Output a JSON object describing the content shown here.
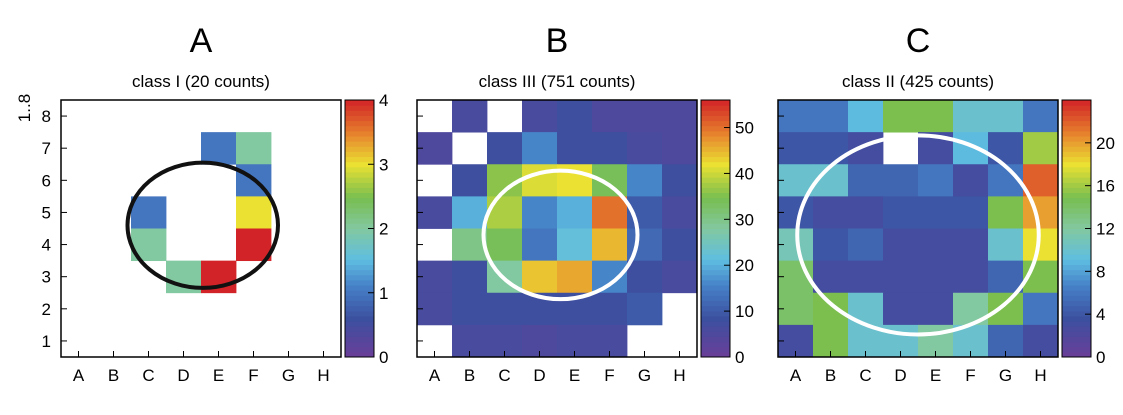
{
  "y_axis_label": "1..8",
  "chart_data": [
    {
      "type": "heatmap",
      "panel_label": "A",
      "title": "class I (20 counts)",
      "x_categories": [
        "A",
        "B",
        "C",
        "D",
        "E",
        "F",
        "G",
        "H"
      ],
      "y_categories": [
        "1",
        "2",
        "3",
        "4",
        "5",
        "6",
        "7",
        "8"
      ],
      "colorbar": {
        "min": 0,
        "max": 4,
        "ticks": [
          "0",
          "1",
          "2",
          "3",
          "4"
        ]
      },
      "empty_color": "#ffffff",
      "cells": [
        [
          0,
          0,
          0,
          0,
          0,
          0,
          0,
          0
        ],
        [
          0,
          0,
          0,
          0,
          1,
          2,
          0,
          0
        ],
        [
          0,
          0,
          0,
          0,
          0,
          1,
          0,
          0
        ],
        [
          0,
          0,
          1,
          0,
          0,
          3,
          0,
          0
        ],
        [
          0,
          0,
          2,
          0,
          0,
          4,
          0,
          0
        ],
        [
          0,
          0,
          0,
          2,
          4,
          0,
          0,
          0
        ],
        [
          0,
          0,
          0,
          0,
          0,
          0,
          0,
          0
        ],
        [
          0,
          0,
          0,
          0,
          0,
          0,
          0,
          0
        ]
      ],
      "ellipse": {
        "cx": 4.05,
        "cy": 3.9,
        "rx": 2.15,
        "ry": 1.95,
        "color": "#111111"
      }
    },
    {
      "type": "heatmap",
      "panel_label": "B",
      "title": "class III (751 counts)",
      "x_categories": [
        "A",
        "B",
        "C",
        "D",
        "E",
        "F",
        "G",
        "H"
      ],
      "y_categories": [
        "1",
        "2",
        "3",
        "4",
        "5",
        "6",
        "7",
        "8"
      ],
      "colorbar": {
        "min": 0,
        "max": 56,
        "ticks": [
          "0",
          "10",
          "20",
          "30",
          "40",
          "50"
        ]
      },
      "empty_color": "#ffffff",
      "cells": [
        [
          0,
          6,
          0,
          6,
          8,
          5,
          5,
          5
        ],
        [
          5,
          0,
          8,
          16,
          8,
          8,
          6,
          5
        ],
        [
          0,
          8,
          36,
          41,
          42,
          34,
          16,
          8
        ],
        [
          6,
          20,
          38,
          16,
          20,
          50,
          10,
          6
        ],
        [
          0,
          30,
          34,
          14,
          22,
          45,
          12,
          8
        ],
        [
          6,
          8,
          28,
          44,
          46,
          16,
          8,
          6
        ],
        [
          6,
          8,
          8,
          8,
          8,
          8,
          10,
          0
        ],
        [
          0,
          6,
          6,
          5,
          6,
          6,
          0,
          0
        ]
      ],
      "ellipse": {
        "cx": 4.1,
        "cy": 4.2,
        "rx": 2.2,
        "ry": 2.0,
        "color": "#ffffff"
      }
    },
    {
      "type": "heatmap",
      "panel_label": "C",
      "title": "class II (425 counts)",
      "x_categories": [
        "A",
        "B",
        "C",
        "D",
        "E",
        "F",
        "G",
        "H"
      ],
      "y_categories": [
        "1",
        "2",
        "3",
        "4",
        "5",
        "6",
        "7",
        "8"
      ],
      "colorbar": {
        "min": 0,
        "max": 24,
        "ticks": [
          "0",
          "4",
          "8",
          "12",
          "16",
          "20"
        ]
      },
      "empty_color": "#ffffff",
      "cells": [
        [
          6,
          6,
          9,
          15,
          15,
          10,
          10,
          6
        ],
        [
          4,
          4,
          3,
          0,
          3,
          9,
          4,
          16
        ],
        [
          10,
          10,
          5,
          5,
          6,
          3,
          6,
          22
        ],
        [
          4,
          3,
          3,
          4,
          4,
          4,
          15,
          20
        ],
        [
          11,
          4,
          5,
          3,
          3,
          3,
          10,
          18
        ],
        [
          14,
          3,
          3,
          3,
          3,
          3,
          5,
          15
        ],
        [
          14,
          15,
          10,
          3,
          3,
          12,
          15,
          6
        ],
        [
          3,
          15,
          10,
          10,
          12,
          10,
          5,
          3
        ]
      ],
      "ellipse": {
        "cx": 4.0,
        "cy": 4.2,
        "rx": 3.45,
        "ry": 3.1,
        "color": "#ffffff"
      }
    }
  ]
}
